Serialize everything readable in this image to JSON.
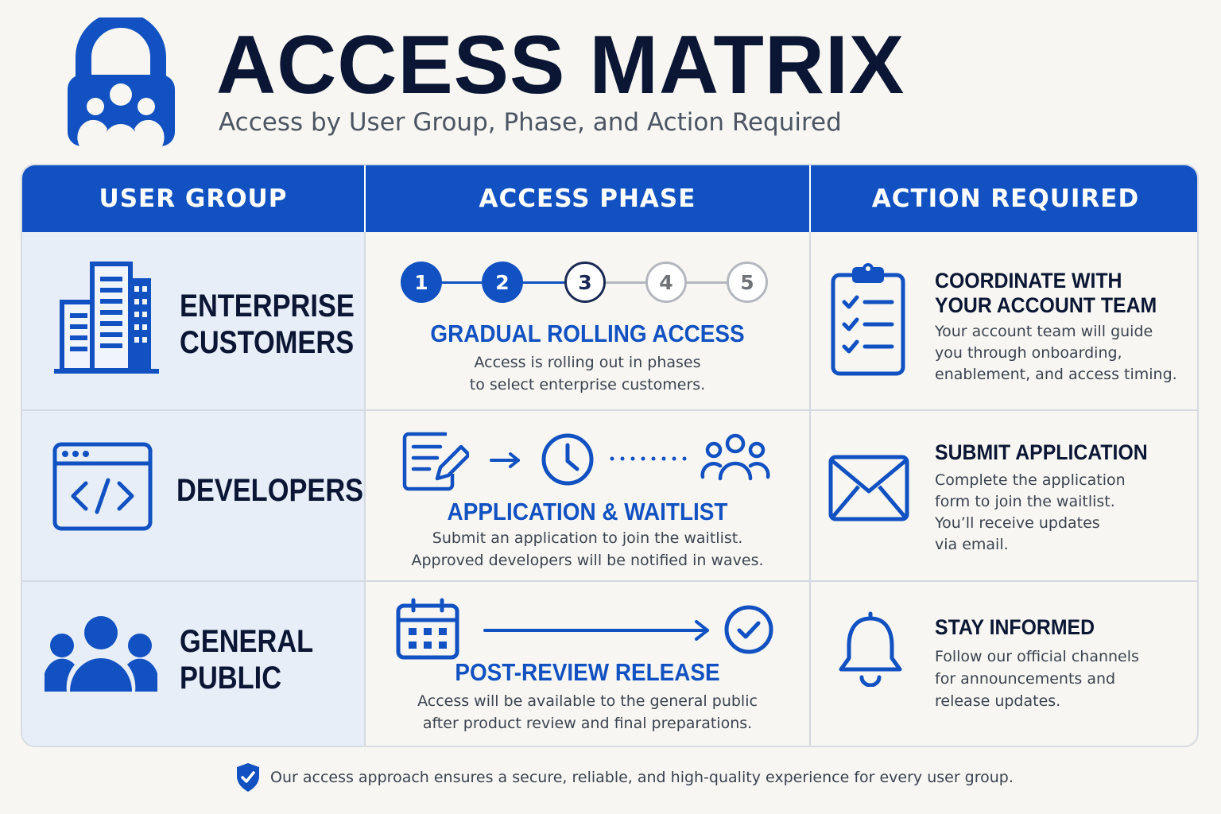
{
  "header": {
    "title": "ACCESS MATRIX",
    "subtitle": "Access by User Group, Phase, and Action Required",
    "logo_icon": "lock-group-icon"
  },
  "columns": [
    "USER GROUP",
    "ACCESS PHASE",
    "ACTION REQUIRED"
  ],
  "colors": {
    "brand_blue": "#1151c1",
    "navy": "#0a1633",
    "muted_gray": "#b4b7bd",
    "group_bg": "#e8eef8"
  },
  "rows": [
    {
      "group": {
        "name": "ENTERPRISE\nCUSTOMERS",
        "icon": "office-building-icon"
      },
      "phase": {
        "steps": [
          "1",
          "2",
          "3",
          "4",
          "5"
        ],
        "completed_steps": 2,
        "current_step": 3,
        "title": "GRADUAL ROLLING ACCESS",
        "description": "Access is rolling out in phases\nto select enterprise customers."
      },
      "action": {
        "icon": "clipboard-checklist-icon",
        "title": "COORDINATE WITH\nYOUR ACCOUNT TEAM",
        "description": "Your account team will guide\nyou through onboarding,\nenablement, and access timing."
      }
    },
    {
      "group": {
        "name": "DEVELOPERS",
        "icon": "code-window-icon"
      },
      "phase": {
        "icons": [
          "document-edit-icon",
          "arrow-right-icon",
          "clock-icon",
          "dotted-line",
          "people-group-icon"
        ],
        "title": "APPLICATION & WAITLIST",
        "description": "Submit an application to join the waitlist.\nApproved developers will be notified in waves."
      },
      "action": {
        "icon": "envelope-icon",
        "title": "SUBMIT APPLICATION",
        "description": "Complete the application\nform to join the waitlist.\nYou’ll receive updates\nvia email."
      }
    },
    {
      "group": {
        "name": "GENERAL\nPUBLIC",
        "icon": "people-icon"
      },
      "phase": {
        "icons": [
          "calendar-icon",
          "long-arrow-icon",
          "check-circle-icon"
        ],
        "title": "POST-REVIEW RELEASE",
        "description": "Access will be available to the general public\nafter product review and final preparations."
      },
      "action": {
        "icon": "bell-icon",
        "title": "STAY INFORMED",
        "description": "Follow our official channels\nfor announcements and\nrelease updates."
      }
    }
  ],
  "footer": {
    "icon": "shield-check-icon",
    "text": "Our access approach ensures a secure, reliable, and high-quality experience for every user group."
  }
}
